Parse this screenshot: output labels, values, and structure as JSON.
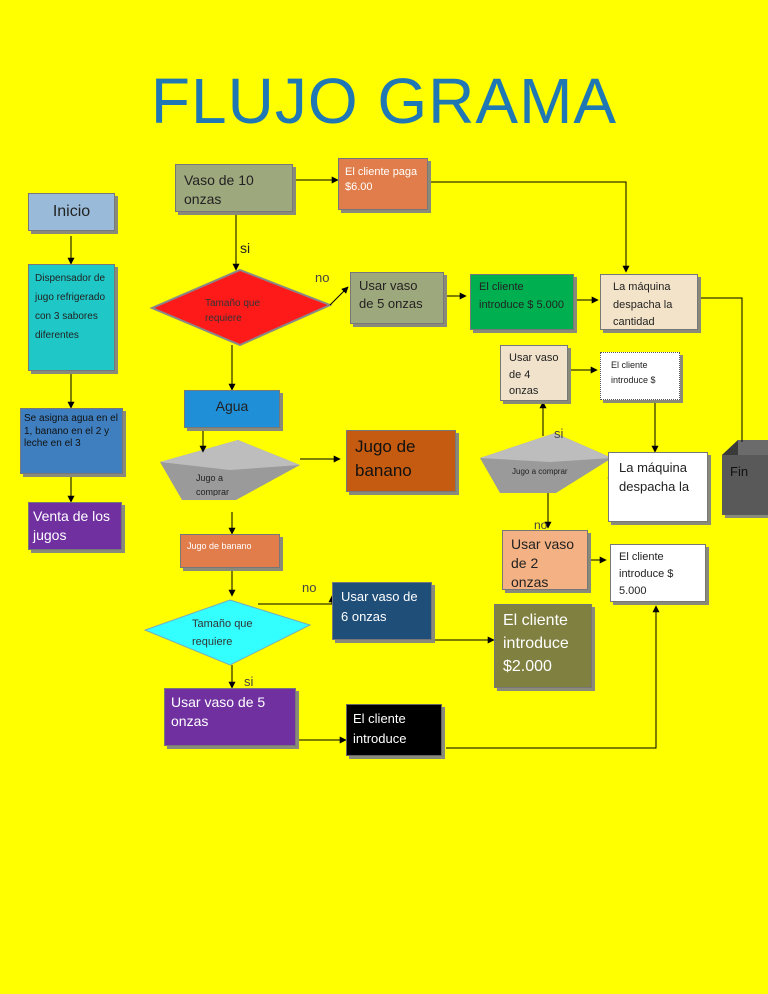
{
  "title": "FLUJO GRAMA",
  "left_column": {
    "inicio": "Inicio",
    "dispensador": "Dispensador de jugo refrigerado con 3 sabores diferentes",
    "asigna": "Se asigna agua en el 1, banano en el 2 y leche en el 3",
    "venta": "Venta de los jugos"
  },
  "top_row": {
    "vaso10": "Vaso de 10 onzas",
    "cliente_paga": "El cliente paga $6.00",
    "si1": "si",
    "tamano1": "Tamaño que requiere",
    "no1": "no",
    "usar5a": "Usar vaso de 5 onzas",
    "introduce5000": "El cliente introduce $ 5.000",
    "maquina1": "La máquina despacha la cantidad"
  },
  "middle": {
    "agua": "Agua",
    "jugo_comprar1": "Jugo a comprar",
    "jugo_banano_big": "Jugo de banano",
    "usar4": "Usar vaso de 4 onzas",
    "introduce_small": "El cliente introduce $",
    "si2": "si",
    "jugo_comprar2": "Jugo a comprar",
    "maquina2": "La máquina despacha la",
    "fin": "Fin",
    "no2": "no",
    "usar2": "Usar vaso de 2 onzas",
    "introduce5000b": "El cliente introduce $ 5.000"
  },
  "bottom": {
    "jugo_banano_small": "Jugo de banano",
    "no3": "no",
    "tamano2": "Tamaño que requiere",
    "usar6": "Usar vaso de 6 onzas",
    "introduce2000": "El cliente introduce $2.000",
    "si3": "si",
    "usar5b": "Usar vaso de 5 onzas",
    "cliente_introduce": "El cliente introduce"
  }
}
